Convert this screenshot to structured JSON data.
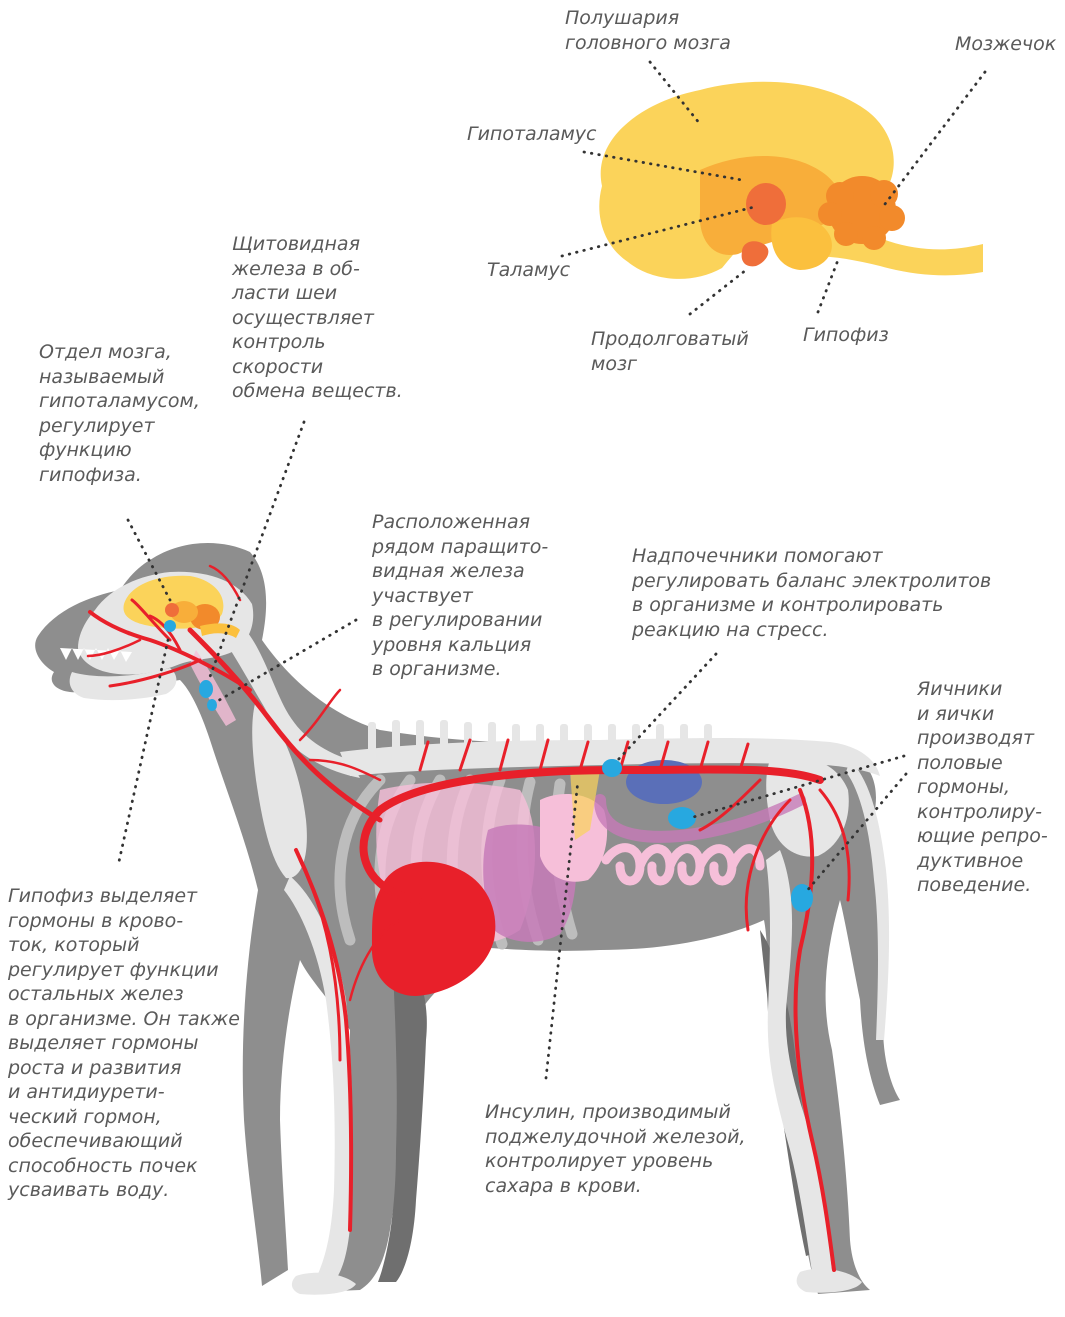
{
  "brain_labels": {
    "hemispheres": "Полушария\nголовного мозга",
    "cerebellum": "Мозжечок",
    "hypothalamus": "Гипоталамус",
    "thalamus": "Таламус",
    "medulla": "Продолговатый\nмозг",
    "pituitary": "Гипофиз"
  },
  "callouts": {
    "hypothalamus": "Отдел мозга,\nназываемый\nгипоталамусом,\nрегулирует\nфункцию\nгипофиза.",
    "thyroid": "Щитовидная\nжелеза в об-\nласти шеи\nосуществляет\nконтроль\nскорости\nобмена веществ.",
    "parathyroid": "Расположенная\nрядом паращито-\nвидная железа\nучаствует\nв регулировании\nуровня кальция\nв организме.",
    "adrenal": "Надпочечники помогают\nрегулировать баланс электролитов\nв организме и контролировать\nреакцию на стресс.",
    "gonads": "Яичники\nи яички\nпроизводят\nполовые\nгормоны,\n контролиру-\nющие репро-\nдуктивное\nповедение.",
    "pituitary": "Гипофиз выделяет\nгормоны в крово-\nток, который\nрегулирует функции\nостальных желез\nв организме. Он также\nвыделяет гормоны\nроста и развития\nи антидиурети-\nческий гормон,\nобеспечивающий\nспособность почек\nусваивать воду.",
    "pancreas": "Инсулин, производимый\nподжелудочной железой,\nконтролирует уровень\nсахара в крови."
  },
  "colors": {
    "body_gray": "#8e8e8e",
    "skeleton": "#e6e6e6",
    "brain_light": "#fbd35a",
    "brain_mid": "#f8ae3a",
    "brain_dark": "#f28a2b",
    "thalamus": "#ef6e3a",
    "artery": "#e8202a",
    "heart": "#e8202a",
    "gland": "#27a8e0",
    "kidney": "#5a6fb8",
    "organ_pink": "#f6bfd9",
    "organ_purple": "#c77bb8",
    "leader": "#333333",
    "text": "#5a5a5a"
  },
  "icons": {
    "dog": "dog-anatomy-illustration",
    "brain": "brain-section-illustration"
  }
}
